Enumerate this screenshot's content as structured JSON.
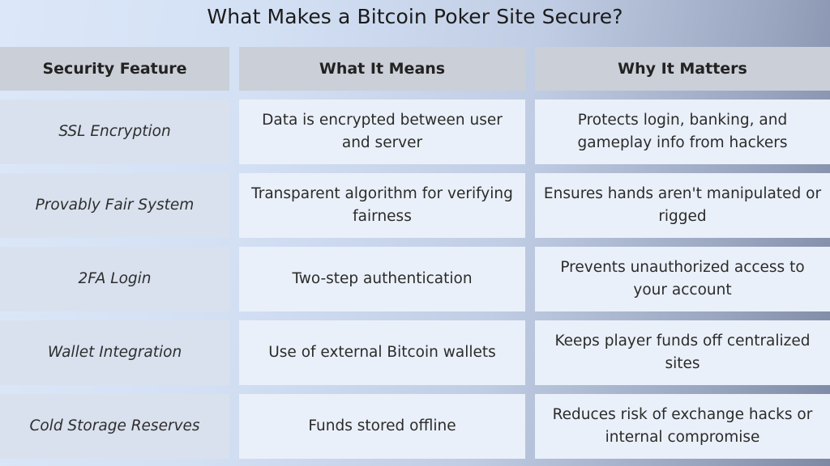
{
  "title": "What Makes a Bitcoin Poker Site Secure?",
  "table": {
    "headers": [
      "Security Feature",
      "What It Means",
      "Why It Matters"
    ],
    "rows": [
      {
        "feature": "SSL Encryption",
        "means": "Data is encrypted between user and server",
        "matters": "Protects login, banking, and gameplay info from hackers"
      },
      {
        "feature": "Provably Fair System",
        "means": "Transparent algorithm for verifying fairness",
        "matters": "Ensures hands aren't manipulated or rigged"
      },
      {
        "feature": "2FA Login",
        "means": "Two-step authentication",
        "matters": "Prevents unauthorized access to your account"
      },
      {
        "feature": "Wallet Integration",
        "means": "Use of external Bitcoin wallets",
        "matters": "Keeps player funds off centralized sites"
      },
      {
        "feature": "Cold Storage Reserves",
        "means": "Funds stored offline",
        "matters": "Reduces risk of exchange hacks or internal compromise"
      }
    ]
  }
}
